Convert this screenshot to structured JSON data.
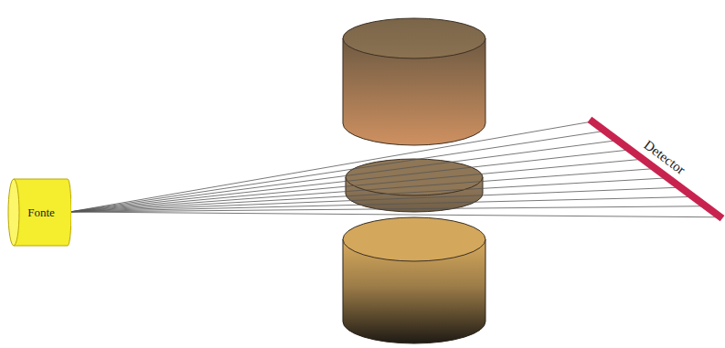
{
  "diagram": {
    "nodes": [
      {
        "text": [
          "Fonte"
        ]
      },
      {
        "text": [
          "Detector"
        ]
      }
    ],
    "edges": [
      {
        "from": 0,
        "to": 1,
        "arrow": "none"
      }
    ]
  }
}
